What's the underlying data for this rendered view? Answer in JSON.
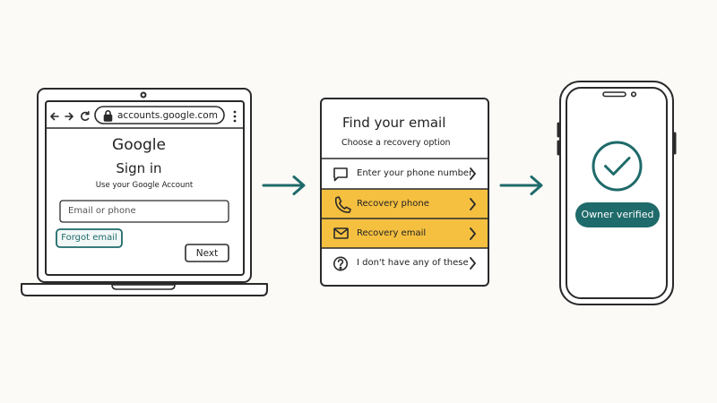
{
  "colors": {
    "ink": "#2a2a2a",
    "teal": "#1f6a6a",
    "highlight": "#f5c040",
    "background": "#fbfaf7",
    "panel": "#ffffff"
  },
  "laptop": {
    "browser": {
      "url": "accounts.google.com",
      "icons": [
        "back-arrow-icon",
        "forward-arrow-icon",
        "reload-icon",
        "lock-icon",
        "kebab-menu-icon"
      ]
    },
    "brand": "Google",
    "heading": "Sign in",
    "subheading": "Use your Google Account",
    "email_placeholder": "Email or phone",
    "forgot_label": "Forgot email",
    "next_label": "Next"
  },
  "recovery_panel": {
    "title": "Find your email",
    "subtitle": "Choose a recovery option",
    "options": [
      {
        "label": "Enter your phone number",
        "icon": "chat-bubble-icon",
        "highlighted": false
      },
      {
        "label": "Recovery phone",
        "icon": "phone-handset-icon",
        "highlighted": true
      },
      {
        "label": "Recovery email",
        "icon": "envelope-icon",
        "highlighted": true
      },
      {
        "label": "I don't have any of these",
        "icon": "question-circle-icon",
        "highlighted": false
      }
    ]
  },
  "phone": {
    "status_label": "Owner verified",
    "icon": "check-circle-icon"
  }
}
